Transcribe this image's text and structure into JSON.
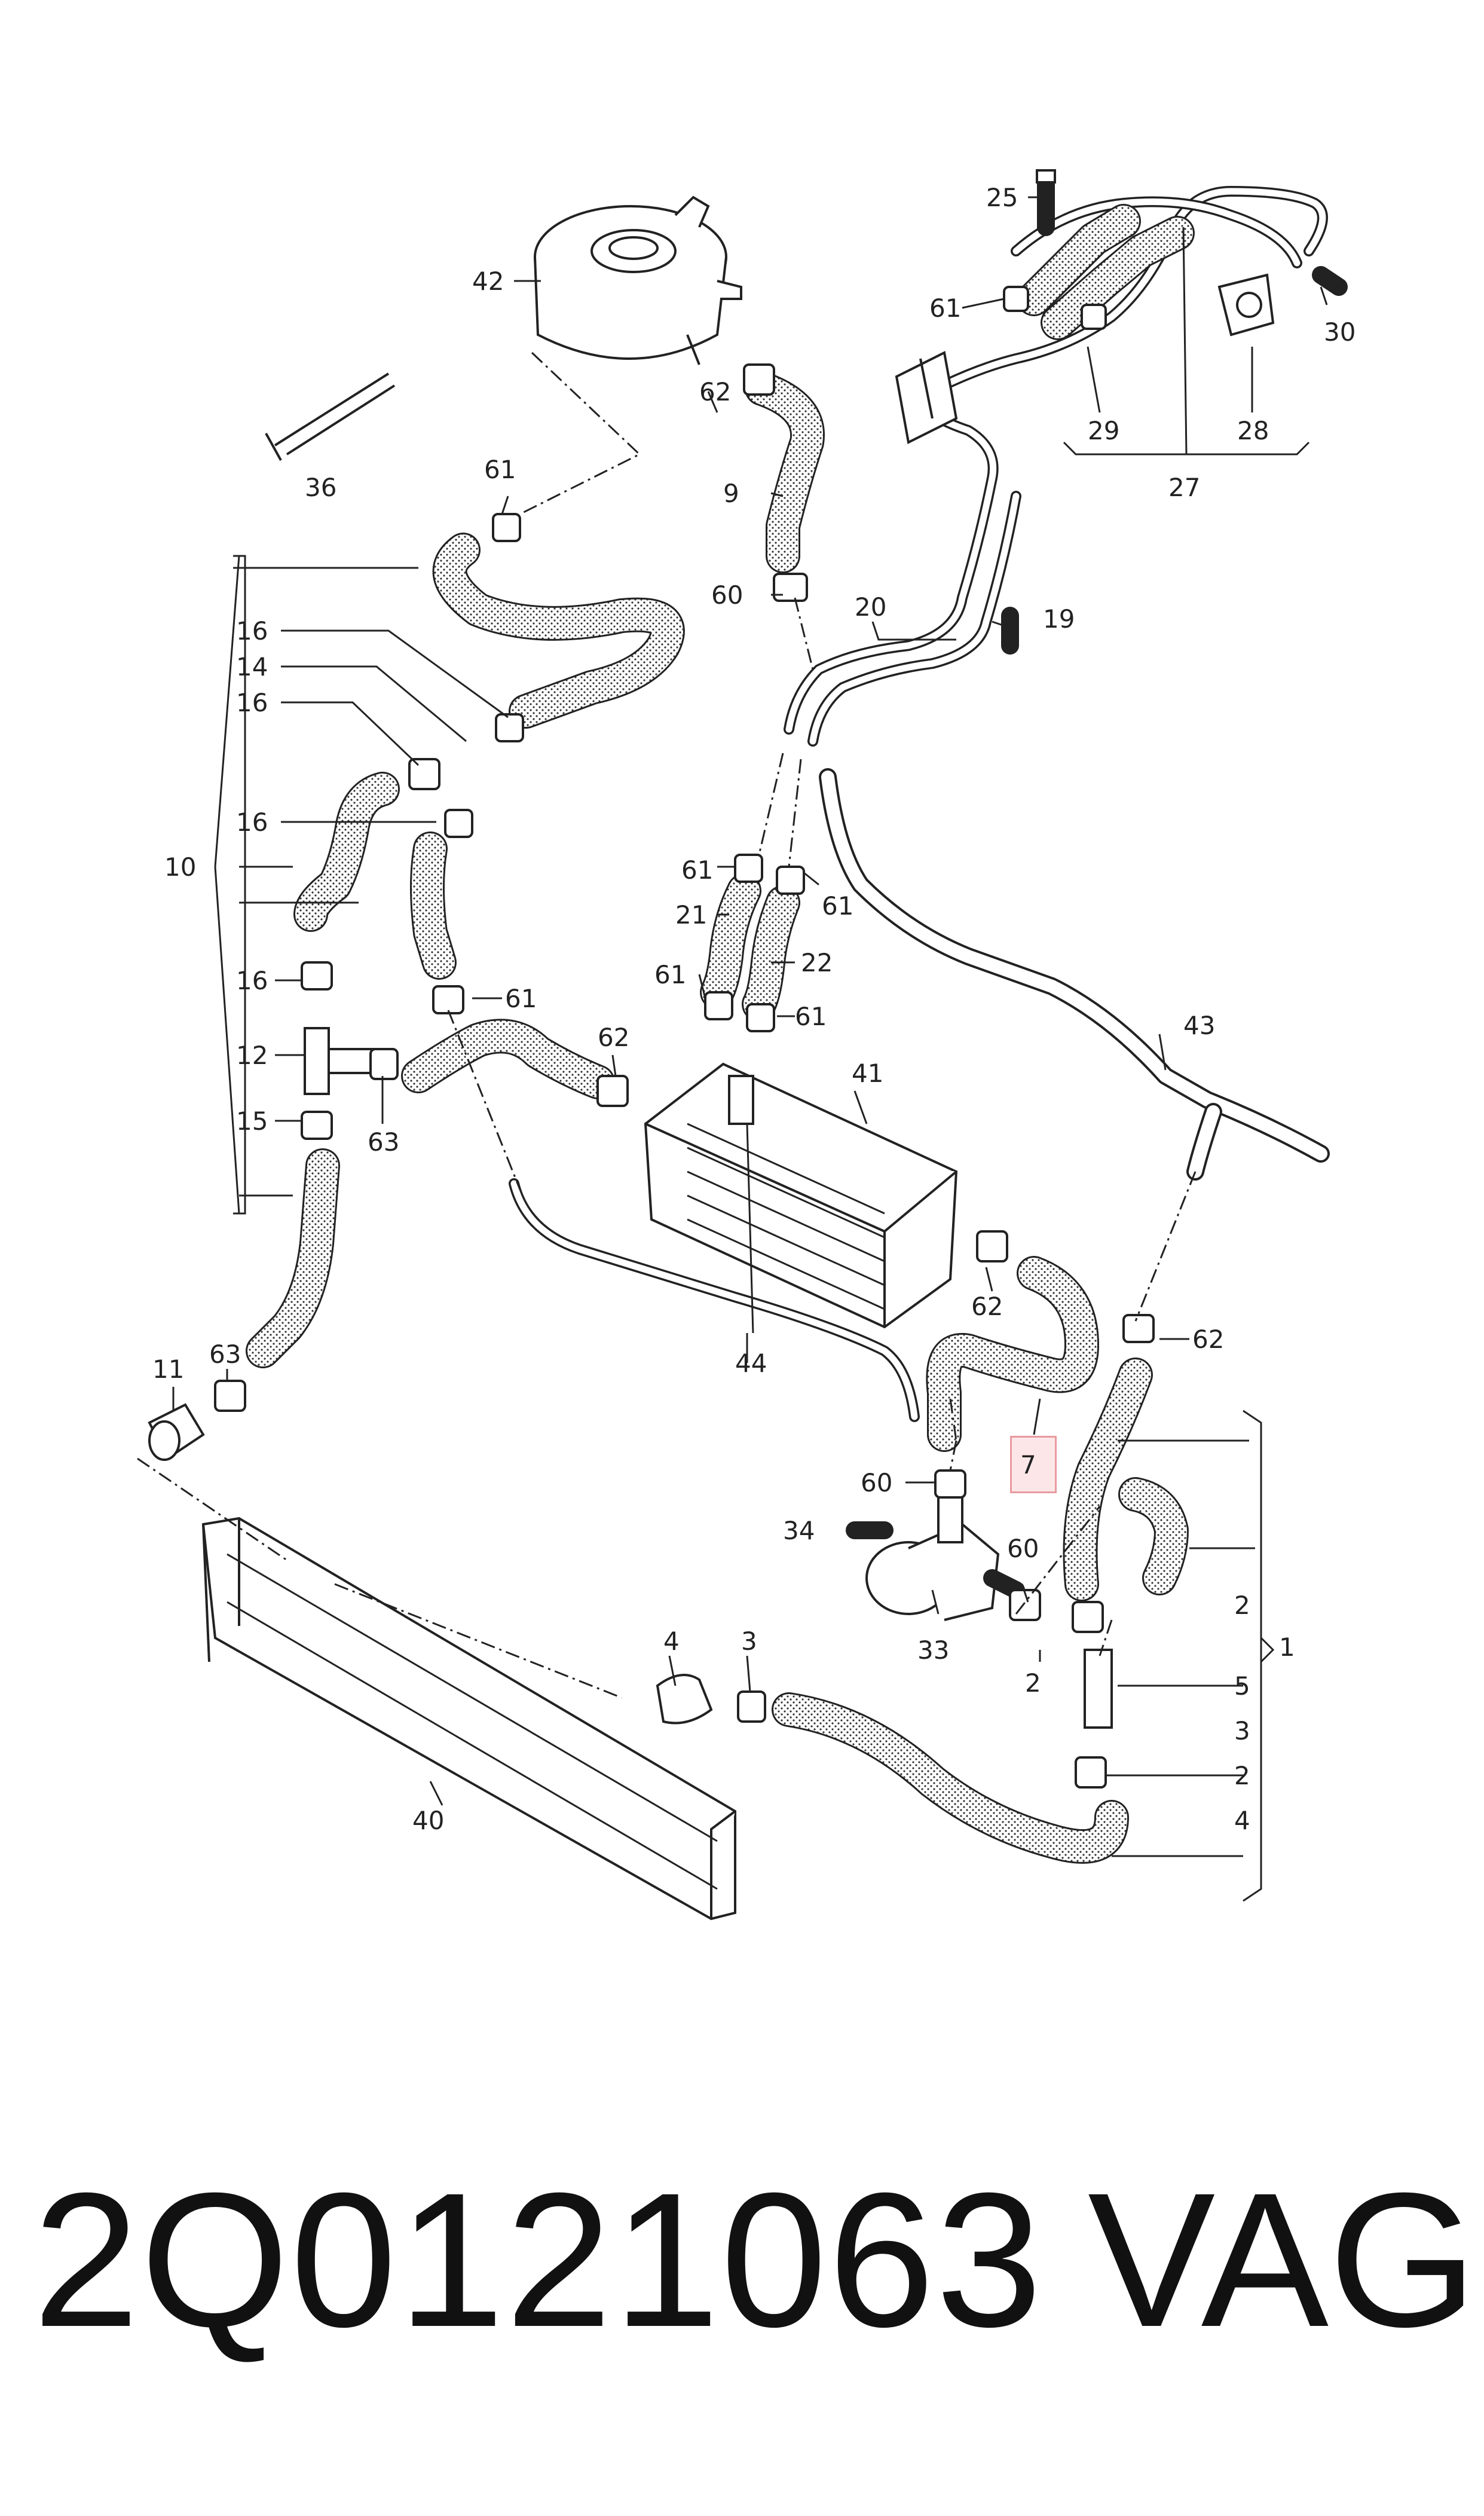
{
  "part_number": "2Q0121063",
  "brand": "VAG",
  "highlighted_label": "7",
  "callouts": {
    "c1": "1",
    "c2a": "2",
    "c2b": "2",
    "c2c": "2",
    "c3a": "3",
    "c3b": "3",
    "c4a": "4",
    "c4b": "4",
    "c5": "5",
    "c7": "7",
    "c9": "9",
    "c10": "10",
    "c11": "11",
    "c12": "12",
    "c14": "14",
    "c15": "15",
    "c16a": "16",
    "c16b": "16",
    "c16c": "16",
    "c16d": "16",
    "c19": "19",
    "c20": "20",
    "c21": "21",
    "c22": "22",
    "c25": "25",
    "c27": "27",
    "c28": "28",
    "c29": "29",
    "c30": "30",
    "c33": "33",
    "c34": "34",
    "c36": "36",
    "c40": "40",
    "c41": "41",
    "c42": "42",
    "c43": "43",
    "c44": "44",
    "c60a": "60",
    "c60b": "60",
    "c60c": "60",
    "c61a": "61",
    "c61b": "61",
    "c61c": "61",
    "c61d": "61",
    "c61e": "61",
    "c61f": "61",
    "c61g": "61",
    "c62a": "62",
    "c62b": "62",
    "c62c": "62",
    "c62d": "62",
    "c63a": "63",
    "c63b": "63"
  },
  "colors": {
    "line": "#222222",
    "highlight_fill": "#fde6e8",
    "highlight_stroke": "#e89aa0"
  }
}
